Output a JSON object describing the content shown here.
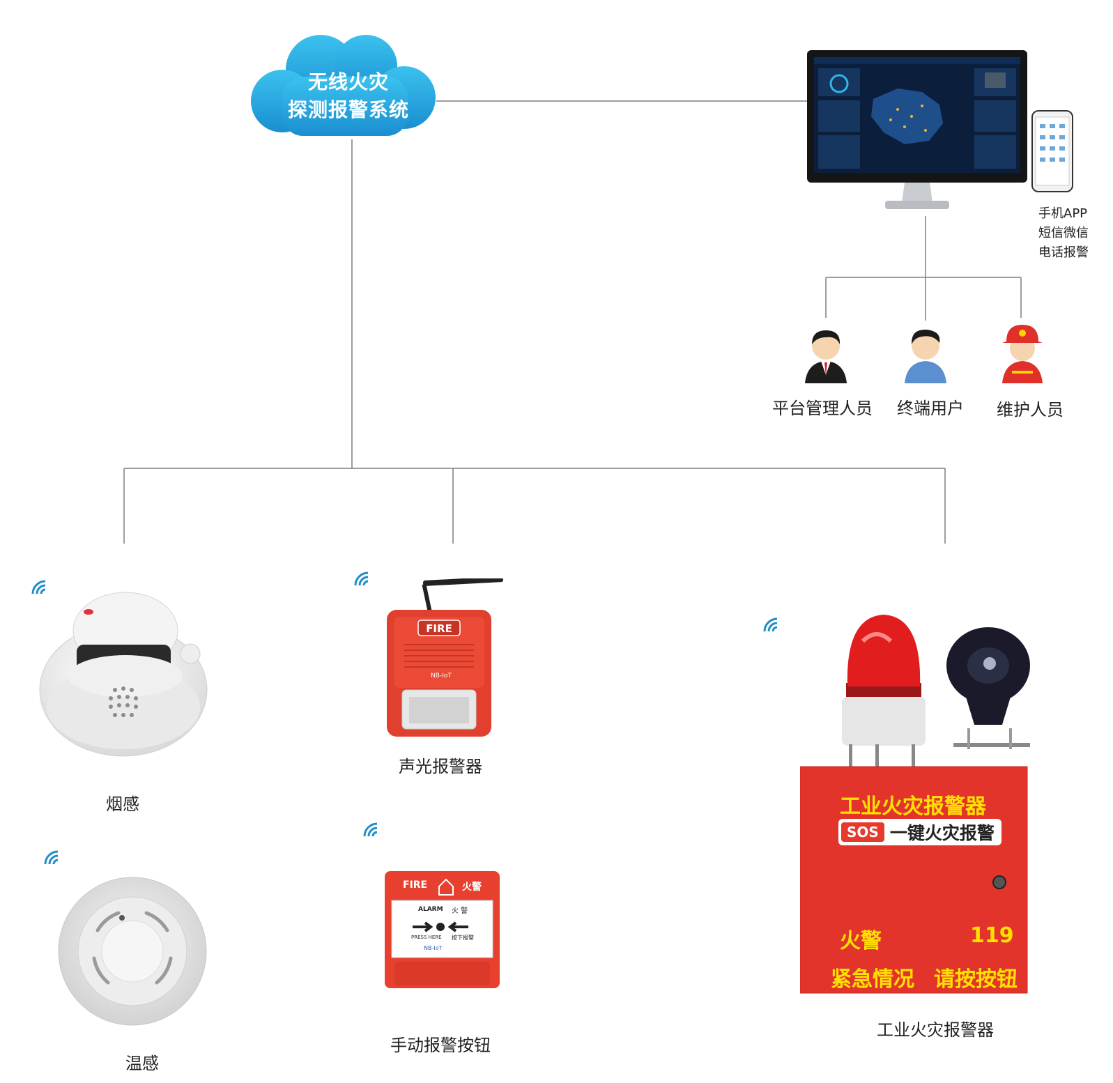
{
  "cloud": {
    "line1": "无线火灾",
    "line2": "探测报警系统"
  },
  "notifications": [
    "手机APP",
    "短信微信",
    "电话报警"
  ],
  "people": [
    {
      "label": "平台管理人员"
    },
    {
      "label": "终端用户"
    },
    {
      "label": "维护人员"
    }
  ],
  "devices": {
    "smoke": "烟感",
    "heat": "温感",
    "sound_light": "声光报警器",
    "manual_button": "手动报警按钮",
    "industrial": "工业火灾报警器"
  },
  "sound_light_panel": {
    "fire": "FIRE",
    "brand": "NB-IoT"
  },
  "manual_panel": {
    "fire": "FIRE",
    "fire_cn": "火警",
    "alarm": "ALARM",
    "alarm_cn": "火 警",
    "press": "PRESS HERE",
    "press_cn": "按下报警",
    "brand": "NB-IoT"
  },
  "industrial_box": {
    "title": "工业火灾报警器",
    "sos": "SOS",
    "sos_text": "一键火灾报警",
    "fire_cn": "火警",
    "number": "119",
    "emergency": "紧急情况",
    "press": "请按按钮"
  },
  "colors": {
    "cloud": "#1fa3dc",
    "line": "#7d7d7d",
    "fire_red": "#e53a2c",
    "yellow": "#ffe100",
    "wifi": "#1f8dc8"
  }
}
